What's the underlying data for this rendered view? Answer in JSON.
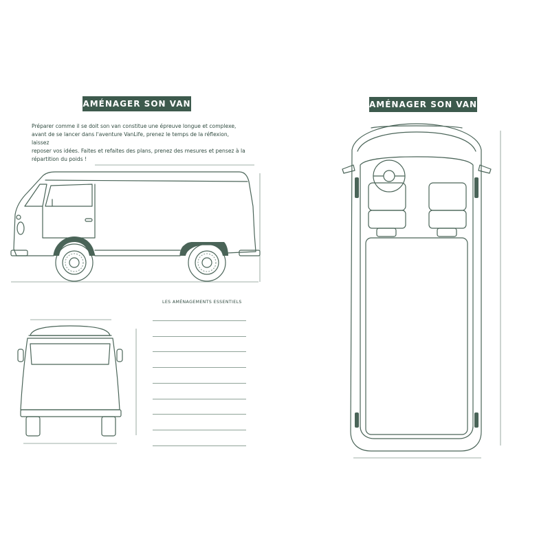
{
  "left_page": {
    "banner": "AMÉNAGER SON VAN",
    "intro": [
      "Préparer comme il se doit son van constitue une épreuve longue et complexe,",
      "avant de se lancer dans l'aventure VanLife, prenez le temps de la réflexion, laissez",
      "reposer vos idées. Faites et refaites des plans, prenez des mesures et pensez à la",
      "répartition du poids !"
    ],
    "list_heading": "LES AMÉNAGEMENTS ESSENTIELS",
    "list_lines": 9
  },
  "right_page": {
    "banner": "AMÉNAGER SON VAN"
  },
  "colors": {
    "banner_bg": "#3d5a4d",
    "line": "#4a6458",
    "text": "#2f4a3f"
  },
  "icons": [
    "van-side-view",
    "van-front-view",
    "van-top-view"
  ]
}
